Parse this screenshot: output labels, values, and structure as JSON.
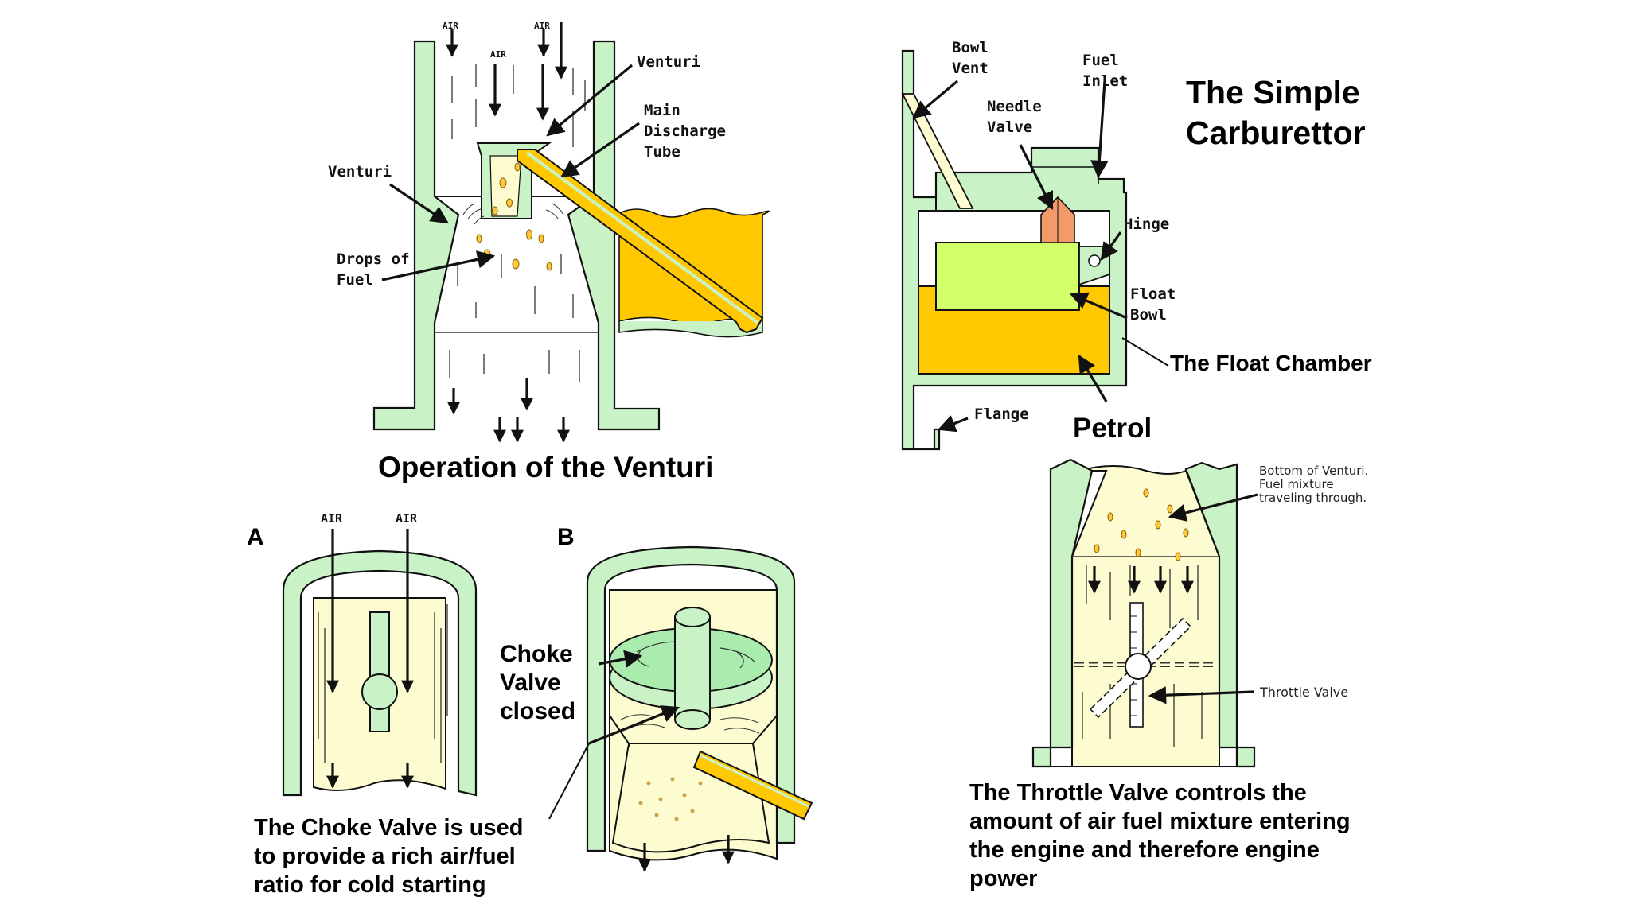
{
  "venturi": {
    "air_top_1": "AIR",
    "air_top_2": "AIR",
    "air_inner": "AIR",
    "venturi_top": "Venturi",
    "main_discharge": [
      "Main",
      "Discharge",
      "Tube"
    ],
    "venturi_left": "Venturi",
    "drops_of_fuel": [
      "Drops of",
      "Fuel"
    ],
    "caption": "Operation of the Venturi"
  },
  "float_chamber": {
    "bowl_vent": [
      "Bowl",
      "Vent"
    ],
    "fuel_inlet": [
      "Fuel",
      "Inlet"
    ],
    "needle_valve": [
      "Needle",
      "Valve"
    ],
    "hinge": "Hinge",
    "float_bowl": [
      "Float",
      "Bowl"
    ],
    "flange": "Flange",
    "title": [
      "The Simple",
      "Carburettor"
    ],
    "the_float_chamber": "The Float Chamber",
    "petrol": "Petrol"
  },
  "choke": {
    "label_a": "A",
    "label_b": "B",
    "air_1": "AIR",
    "air_2": "AIR",
    "choke_valve_closed": [
      "Choke",
      "Valve",
      "closed"
    ],
    "caption": [
      "The Choke Valve is used",
      "to provide a rich air/fuel",
      "ratio for cold starting"
    ]
  },
  "throttle": {
    "bottom_of_venturi": [
      "Bottom of Venturi.",
      "Fuel mixture",
      "traveling through."
    ],
    "throttle_valve": "Throttle Valve",
    "caption": [
      "The Throttle Valve controls the",
      "amount of air fuel mixture entering",
      "the engine and therefore engine",
      "power"
    ]
  },
  "colors": {
    "wall_green": "#c9f3c7",
    "fuel_orange": "#ffc800",
    "cream": "#fdfbd0",
    "float_green": "#d3ff6b",
    "needle_orange": "#f49a6a"
  }
}
